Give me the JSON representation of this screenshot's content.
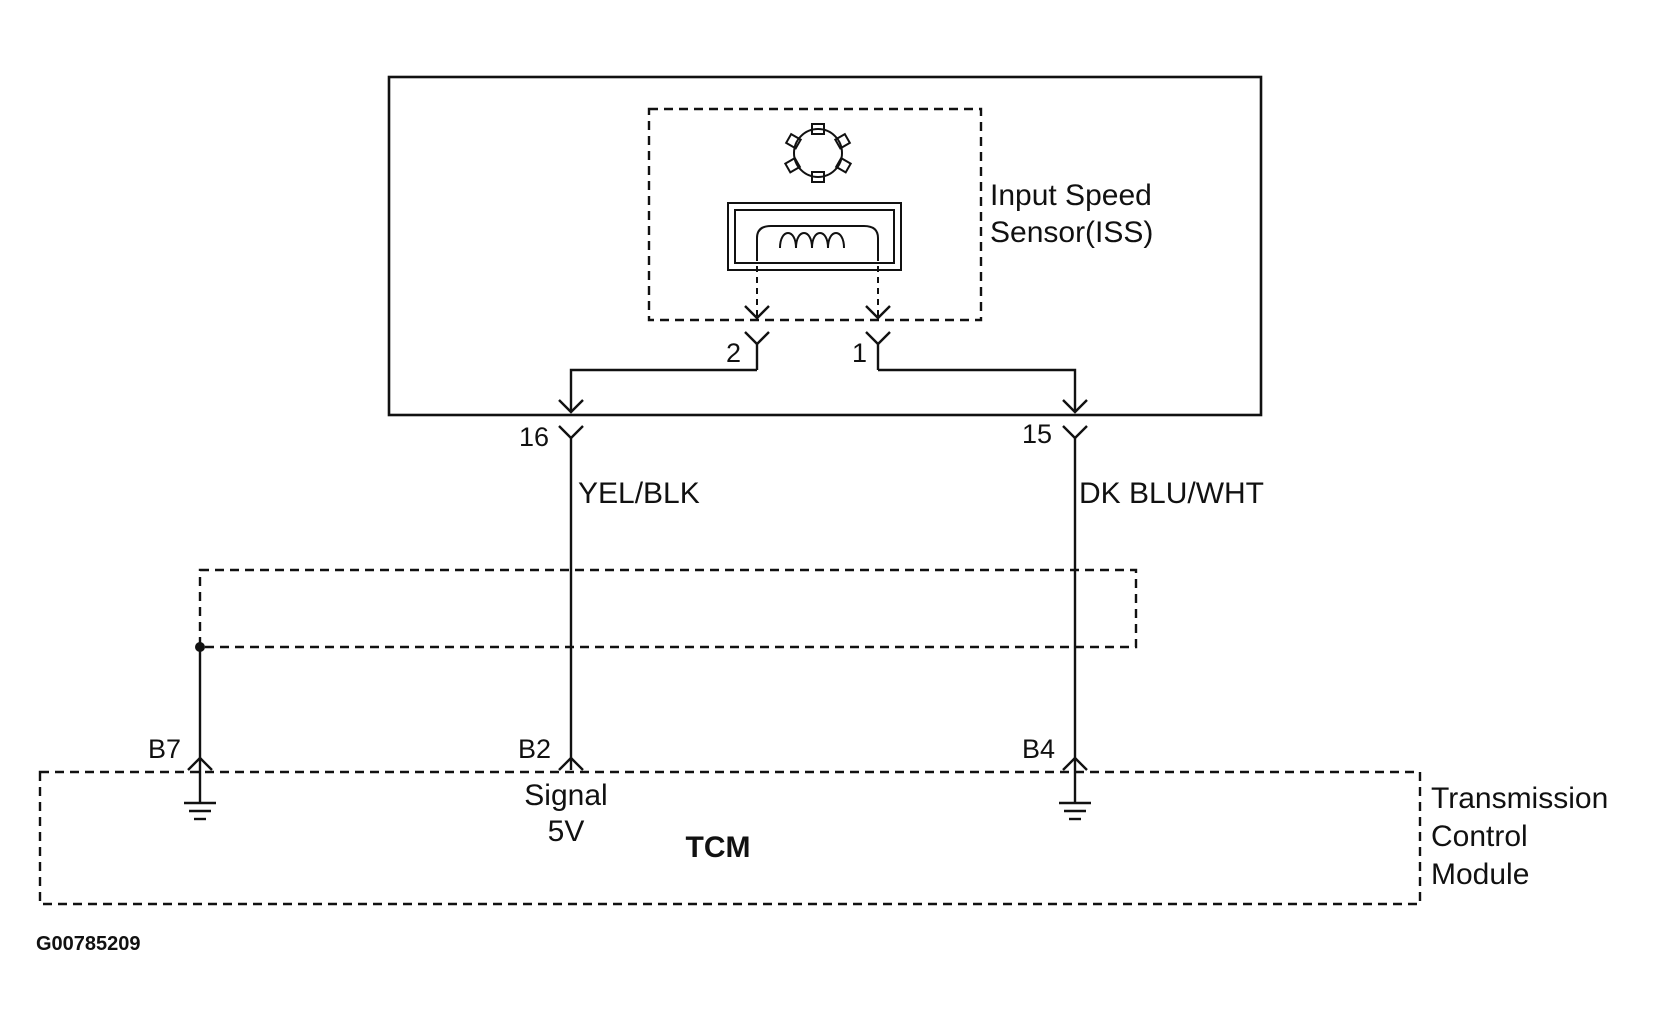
{
  "sensor": {
    "label_line1": "Input Speed",
    "label_line2": "Sensor(ISS)",
    "pin_2": "2",
    "pin_1": "1"
  },
  "connector": {
    "pin_16": "16",
    "pin_15": "15"
  },
  "wires": {
    "left_color": "YEL/BLK",
    "right_color": "DK BLU/WHT"
  },
  "tcm": {
    "pin_b7": "B7",
    "pin_b2": "B2",
    "pin_b4": "B4",
    "signal_line1": "Signal",
    "signal_line2": "5V",
    "name": "TCM",
    "label_line1": "Transmission",
    "label_line2": "Control",
    "label_line3": "Module"
  },
  "figure_code": "G00785209"
}
